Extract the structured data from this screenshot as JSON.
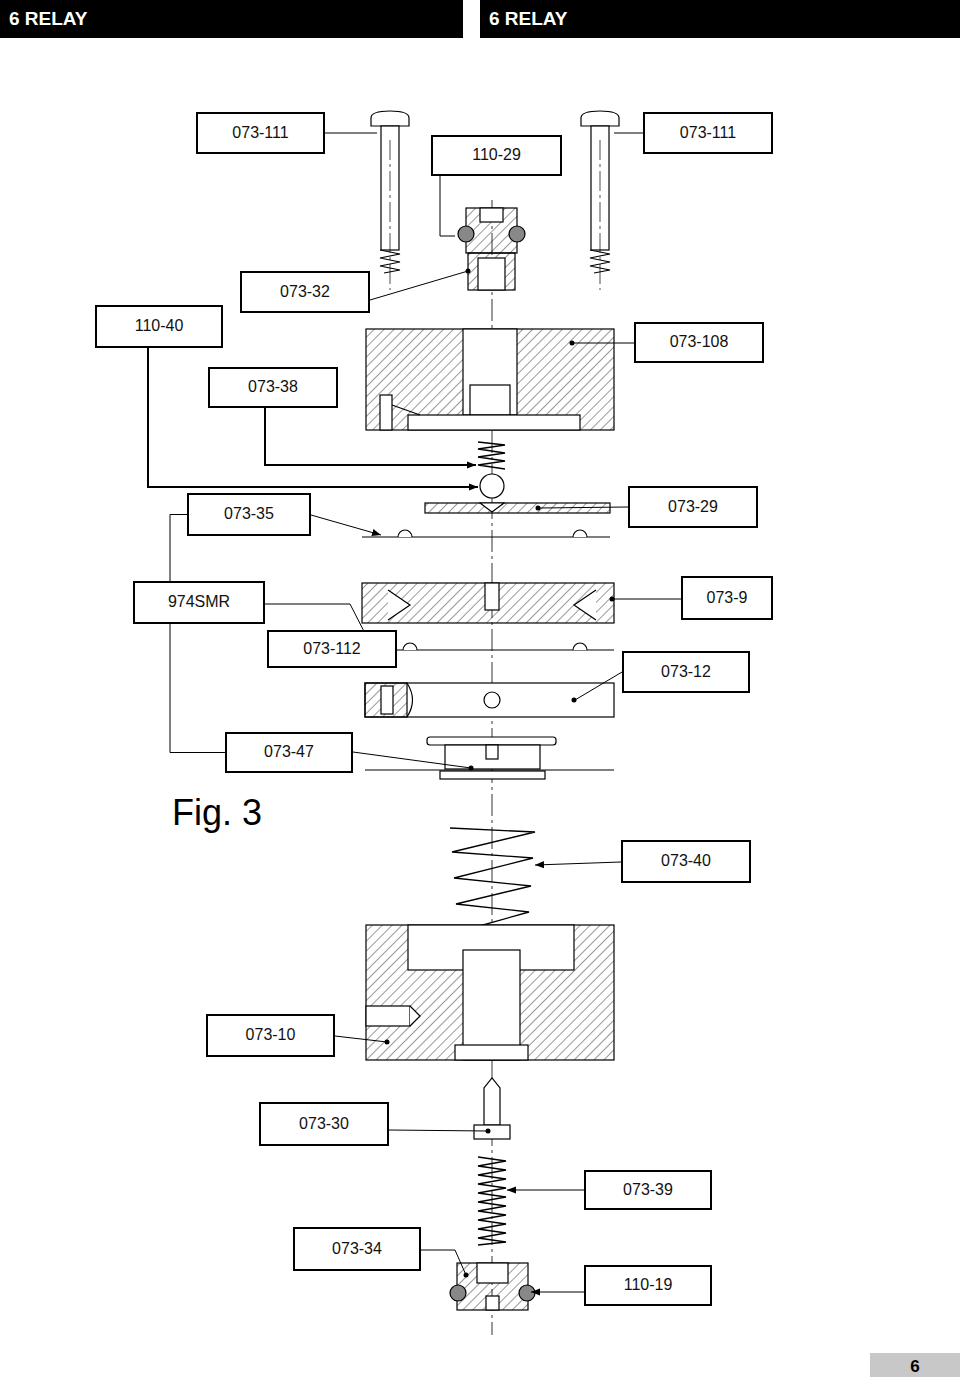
{
  "diagram": {
    "nodes": [
      {
        "text": [
          "6 RELAY"
        ]
      },
      {
        "text": [
          "6 RELAY"
        ]
      },
      {
        "text": [
          "073-111"
        ]
      },
      {
        "text": [
          "110-29"
        ]
      },
      {
        "text": [
          "073-111"
        ]
      },
      {
        "text": [
          "073-32"
        ]
      },
      {
        "text": [
          "110-40"
        ]
      },
      {
        "text": [
          "073-108"
        ]
      },
      {
        "text": [
          "073-38"
        ]
      },
      {
        "text": [
          "073-35"
        ]
      },
      {
        "text": [
          "073-29"
        ]
      },
      {
        "text": [
          "974SMR"
        ]
      },
      {
        "text": [
          "073-9"
        ]
      },
      {
        "text": [
          "073-112"
        ]
      },
      {
        "text": [
          "073-12"
        ]
      },
      {
        "text": [
          "073-47"
        ]
      },
      {
        "text": [
          "073-40"
        ]
      },
      {
        "text": [
          "073-10"
        ]
      },
      {
        "text": [
          "073-30"
        ]
      },
      {
        "text": [
          "073-39"
        ]
      },
      {
        "text": [
          "073-34"
        ]
      },
      {
        "text": [
          "110-19"
        ]
      },
      {
        "text": [
          "6"
        ]
      }
    ],
    "edges": [
      {
        "from": 11,
        "to": 9,
        "arrow": "none"
      },
      {
        "from": 11,
        "to": 15,
        "arrow": "none"
      }
    ],
    "labels": [
      "Fig. 3"
    ]
  }
}
